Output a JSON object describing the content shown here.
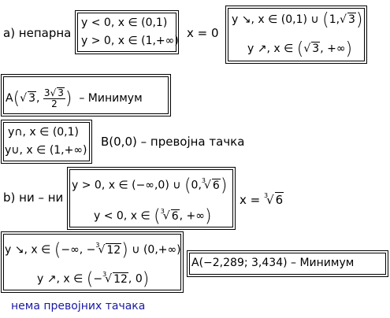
{
  "part_a": {
    "label": "a) непарна",
    "sign_box": [
      "y < 0, x ∈ (0,1)",
      "y > 0, x ∈ (1,+∞)"
    ],
    "asymptote": "x = 0",
    "mono_box": {
      "line1_prefix": "y ↘, x ∈ (0,1) ∪",
      "line1_interval_start": "1,",
      "line1_radicand": "3",
      "line2_prefix": "y ↗, x ∈",
      "line2_radicand": "3",
      "line2_suffix": ", +∞"
    },
    "min_box": {
      "prefix": "A",
      "x_radicand": "3",
      "y_num_coef": "3",
      "y_num_radicand": "3",
      "y_den": "2",
      "label": "– Минимум"
    },
    "convex_box": [
      "y∩, x ∈ (0,1)",
      "y∪, x ∈ (1,+∞)"
    ],
    "inflection": "B(0,0) – превојна тачка"
  },
  "part_b": {
    "label": "b) ни – ни",
    "sign_box": {
      "line1_prefix": "y > 0, x ∈ (−∞,0) ∪",
      "line1_root_index": "3",
      "line1_radicand": "6",
      "line2_prefix": "y < 0, x ∈",
      "line2_root_index": "3",
      "line2_radicand": "6",
      "line2_suffix": ", +∞"
    },
    "zero": {
      "prefix": "x =",
      "root_index": "3",
      "radicand": "6"
    },
    "mono_box": {
      "line1_prefix": "y ↘, x ∈",
      "line1_interval_start": "−∞, −",
      "line1_root_index": "3",
      "line1_radicand": "12",
      "line1_suffix": "∪ (0,+∞)",
      "line2_prefix": "y ↗, x ∈",
      "line2_interval_start": "−",
      "line2_root_index": "3",
      "line2_radicand": "12",
      "line2_suffix": ", 0"
    },
    "min_box": "A(−2,289; 3,434)  –  Минимум",
    "no_inflection": "нема превојних тачака"
  }
}
